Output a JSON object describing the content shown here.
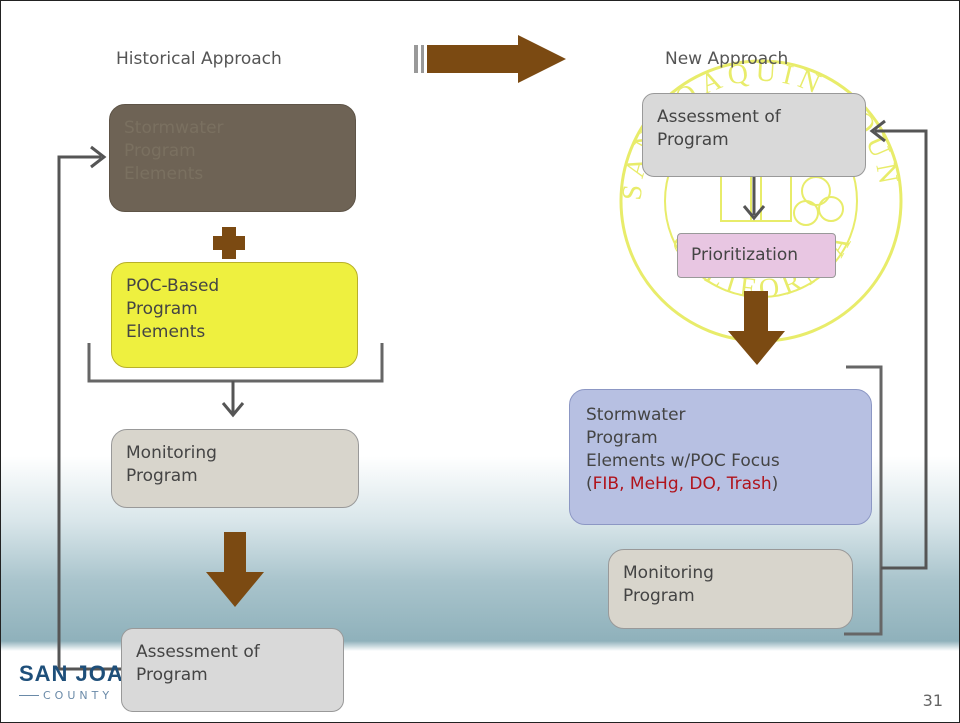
{
  "headings": {
    "historical": "Historical Approach",
    "new": "New Approach"
  },
  "historical": {
    "box1": [
      "Stormwater",
      "Program",
      "Elements"
    ],
    "box2": [
      "POC-Based",
      "Program",
      "Elements"
    ],
    "box3": [
      "Monitoring",
      "Program"
    ],
    "box4": [
      "Assessment of",
      "Program"
    ]
  },
  "new": {
    "box1": [
      "Assessment of",
      "Program"
    ],
    "box2": "Prioritization",
    "box3": {
      "lines": [
        "Stormwater",
        "Program",
        "Elements w/POC Focus"
      ],
      "open": "(",
      "pocs": "FIB, MeHg, DO, Trash",
      "close": ")"
    },
    "box4": [
      "Monitoring",
      "Program"
    ]
  },
  "seal": {
    "top_text": "SAN JOAQUIN COUNTY",
    "bottom_text": "CALIFORNIA"
  },
  "logo": {
    "main": "SAN JOAQUIN",
    "sub": "COUNTY"
  },
  "page_number": "31",
  "colors": {
    "brown_arrow": "#7b4a12",
    "stormwater_box": "#6e6355",
    "poc_box": "#eef03f",
    "gray_box": "#d8d5cc",
    "prioritization_box": "#e8c6e2",
    "new_storm_box": "#b7c0e2",
    "poc_text": "#b0131c",
    "seal": "#e8ec6a"
  }
}
